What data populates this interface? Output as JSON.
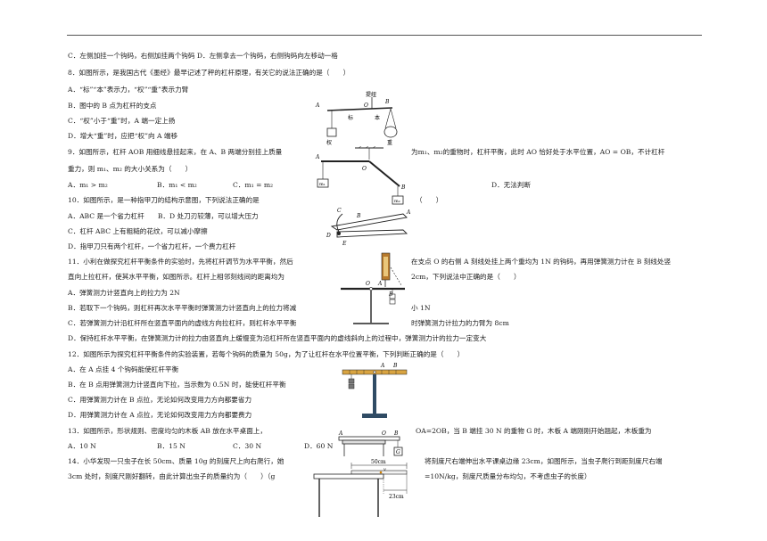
{
  "lines": {
    "l1": "C．左侧加挂一个钩码，右侧加挂两个钩码 D．左侧拿去一个钩码，右侧钩码向左移动一格",
    "l2": "8．如图所示，是我国古代《墨经》最早记述了秤的杠杆原理，有关它的说法正确的是（　　）",
    "l3": "A．“标”“本”表示力，“权”“重”表示力臂",
    "l4": "B．图中的 B 点为杠杆的支点",
    "l5": "C．“权”小于“重”时，A 端一定上扬",
    "l6": "D．增大“重”时，应把“权”向 A 端移",
    "l7a": "9．如图所示，杠杆 AOB 用细线悬挂起来，在 A、B 两端分别挂上质量",
    "l7b": "为m₁、m₂的重物时，杠杆平衡，此时 AO 恰好处于水平位置，AO = OB，不计杠杆",
    "l8": "重力，则 m₁、m₂ 的大小关系为（　　）",
    "l9a": "A．m₁ > m₂",
    "l9b": "B．m₁ < m₂",
    "l9c": "C．m₁ = m₂",
    "l9d": "D．无法判断",
    "l10a": "10．如图所示，是一种指甲刀的结构示意图，下列说法正确的是",
    "l10b": "（　　）",
    "l11": "A．ABC 是一个省力杠杆　　B．D 处刀刃较薄，可以增大压力",
    "l12": "C．杠杆 ABC 上有粗糙的花纹，可以减小摩擦",
    "l13": "D．指甲刀只有两个杠杆，一个省力杠杆，一个费力杠杆",
    "l14a": "11．小利在做探究杠杆平衡条件的实验时，先将杠杆调节为水平平衡，然后",
    "l14b": "在支点 O 的右侧 A 刻线处挂上两个重均为 1N 的钩码，再用弹簧测力计在 B 刻线处竖",
    "l15a": "直向上拉杠杆，使其水平平衡，如图所示。杠杆上相邻刻线间的距离均为",
    "l15b": "2cm，下列说法中正确的是（　　）",
    "l16": "A．弹簧测力计竖直向上的拉力为 2N",
    "l17a": "B．若取下一个钩码，则杠杆再次水平平衡时弹簧测力计竖直向上的拉力将减",
    "l17b": "小 1N",
    "l18a": "C．若弹簧测力计沿杠杆所在竖直平面内的虚线方向拉杠杆，则杠杆水平平衡",
    "l18b": "时弹簧测力计拉力的力臂为 8cm",
    "l19": "D．保持杠杆水平平衡，在弹簧测力计的拉力由竖直向上缓慢变为沿杠杆所在竖直平面内的虚线斜向上的过程中，弹簧测力计的拉力一定变大",
    "l20": "12．如图所示为探究杠杆平衡条件的实验装置，若每个钩码的质量为 50g，为了让杠杆在水平位置平衡，下列判断正确的是（　　）",
    "l21": "A．在 A 点挂 4 个钩码能使杠杆平衡",
    "l22": "B．在 B 点用弹簧测力计竖直向下拉，当示数为 0.5N 时，能使杠杆平衡",
    "l23": "C．用弹簧测力计在 B 点拉，无论如何改变用力方向都要省力",
    "l24": "D．用弹簧测力计在 A 点拉，无论如何改变用力方向都要费力",
    "l25a": "13．如图所示，形状规则、密度均匀的木板 AB 放在水平桌面上，",
    "l25b": "OA=2OB，当 B 端挂 30 N 的重物 G 时，木板 A 端刚刚开始翘起，木板重为",
    "l26a": "A．10 N",
    "l26b": "B．15 N",
    "l26c": "C．30 N",
    "l26d": "D．60 N",
    "l27a": "14．小华发现一只虫子在长 50cm、质量 10g 的刻度尺上向右爬行，她",
    "l27b": "将刻度尺右端伸出水平课桌边缘 23cm，如图所示，当虫子爬行到距刻度尺右端",
    "l28a": "3cm 处时，刻度尺刚好翻转，由此计算出虫子的质量约为（　　）（g",
    "l28b": "=10N/kg，刻度尺质量分布均匀，不考虑虫子的长度）"
  },
  "figures": {
    "fig8": {
      "label_top": "提纽",
      "A": "A",
      "O": "O",
      "B": "B",
      "biao": "标",
      "ben": "本",
      "quan": "权",
      "zhong": "重"
    },
    "fig9": {
      "A": "A",
      "O": "O",
      "B": "B",
      "m1": "m₁",
      "m2": "m₂"
    },
    "fig10": {
      "A": "A",
      "B": "B",
      "C": "C",
      "D": "D",
      "E": "E"
    },
    "fig11": {
      "O": "O",
      "A": "A",
      "B": "B"
    },
    "fig12": {
      "A": "A",
      "B": "B"
    },
    "fig13": {
      "A": "A",
      "O": "O",
      "B": "B",
      "G": "G"
    },
    "fig14": {
      "len": "50cm",
      "ext": "23cm",
      "v": "v"
    }
  }
}
